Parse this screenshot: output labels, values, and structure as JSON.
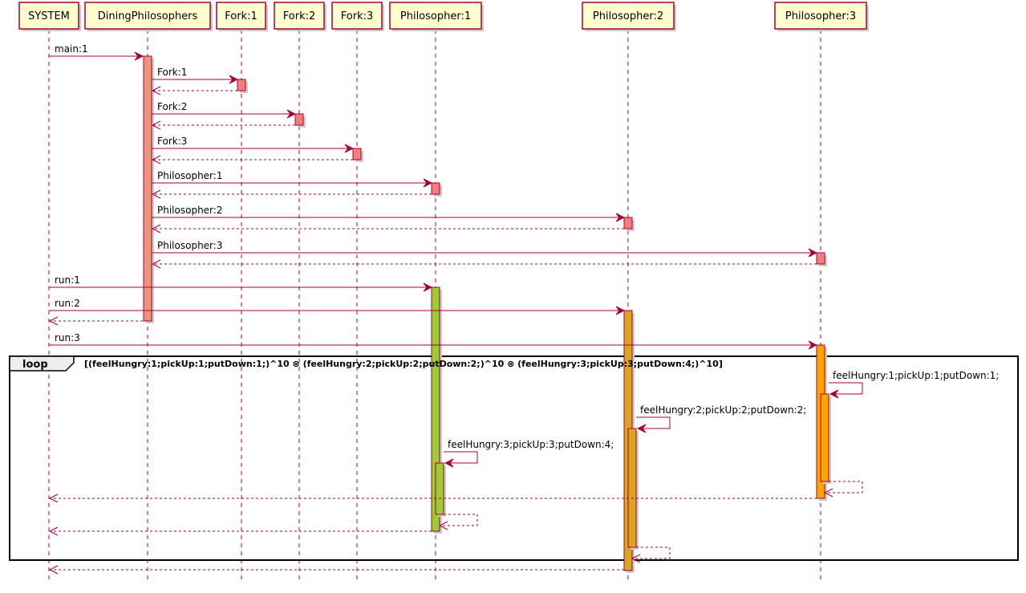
{
  "participants": [
    "SYSTEM",
    "DiningPhilosophers",
    "Fork:1",
    "Fork:2",
    "Fork:3",
    "Philosopher:1",
    "Philosopher:2",
    "Philosopher:3"
  ],
  "colors": {
    "participant_bg": "#FEFECE",
    "line": "#A80036",
    "dp_activation": "#E9967A",
    "small_activation": "#F08080",
    "p1_activation": "#9ACD32",
    "p2_activation": "#DAA520",
    "p3_activation": "#FFA500"
  },
  "messages": [
    {
      "from": 0,
      "to": 1,
      "label": "main:1"
    },
    {
      "from": 1,
      "to": 2,
      "label": "Fork:1"
    },
    {
      "from": 1,
      "to": 3,
      "label": "Fork:2"
    },
    {
      "from": 1,
      "to": 4,
      "label": "Fork:3"
    },
    {
      "from": 1,
      "to": 5,
      "label": "Philosopher:1"
    },
    {
      "from": 1,
      "to": 6,
      "label": "Philosopher:2"
    },
    {
      "from": 1,
      "to": 7,
      "label": "Philosopher:3"
    },
    {
      "from": 0,
      "to": 5,
      "label": "run:1"
    },
    {
      "from": 0,
      "to": 6,
      "label": "run:2"
    },
    {
      "from": 0,
      "to": 7,
      "label": "run:3"
    },
    {
      "from": 7,
      "to": 7,
      "label": "feelHungry:1;pickUp:1;putDown:1;"
    },
    {
      "from": 6,
      "to": 6,
      "label": "feelHungry:2;pickUp:2;putDown:2;"
    },
    {
      "from": 5,
      "to": 5,
      "label": "feelHungry:3;pickUp:3;putDown:4;"
    }
  ],
  "loop": {
    "keyword": "loop",
    "condition": "[(feelHungry:1;pickUp:1;putDown:1;)^10 ⊗ (feelHungry:2;pickUp:2;putDown:2;)^10 ⊗ (feelHungry:3;pickUp:3;putDown:4;)^10]"
  }
}
